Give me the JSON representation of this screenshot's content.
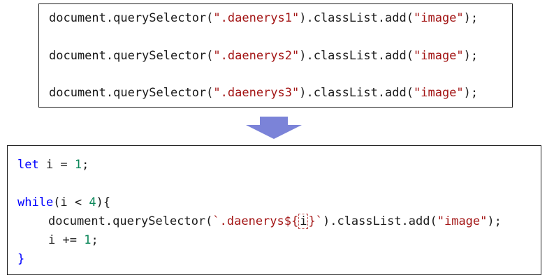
{
  "before": {
    "lines": [
      {
        "prefix": "document.querySelector(",
        "arg": "\".daenerys1\"",
        "suffix": ").classList.add(",
        "cls": "\"image\"",
        "end": ");"
      },
      {
        "prefix": "document.querySelector(",
        "arg": "\".daenerys2\"",
        "suffix": ").classList.add(",
        "cls": "\"image\"",
        "end": ");"
      },
      {
        "prefix": "document.querySelector(",
        "arg": "\".daenerys3\"",
        "suffix": ").classList.add(",
        "cls": "\"image\"",
        "end": ");"
      }
    ]
  },
  "after": {
    "let_kw": "let",
    "let_rest": " i = ",
    "let_num": "1",
    "let_end": ";",
    "while_kw": "while",
    "while_cond": "(i < ",
    "while_num": "4",
    "while_end": "){",
    "body_prefix": "document.querySelector(",
    "tpl_open": "`.daenerys${",
    "tpl_var": "i",
    "tpl_close": "}`",
    "body_mid": ").classList.add(",
    "body_cls": "\"image\"",
    "body_end": ");",
    "inc_pre": "i += ",
    "inc_num": "1",
    "inc_end": ";",
    "close_brace": "}"
  },
  "arrow_color": "#7b83d8"
}
